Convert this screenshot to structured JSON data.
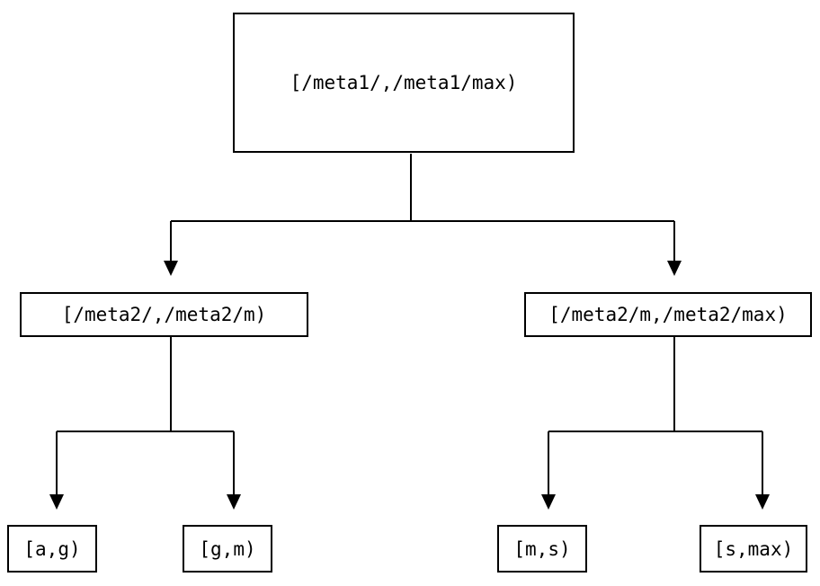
{
  "diagram": {
    "title": "interval-partition-tree",
    "colors": {
      "line": "#000000",
      "text": "#000000",
      "background": "#ffffff",
      "node_fill": "#ffffff"
    },
    "root": {
      "label": "[/meta1/,/meta1/max)"
    },
    "branches": [
      {
        "label": "[/meta2/,/meta2/m)",
        "children": [
          {
            "label": "[a,g)"
          },
          {
            "label": "[g,m)"
          }
        ]
      },
      {
        "label": "[/meta2/m,/meta2/max)",
        "children": [
          {
            "label": "[m,s)"
          },
          {
            "label": "[s,max)"
          }
        ]
      }
    ]
  }
}
